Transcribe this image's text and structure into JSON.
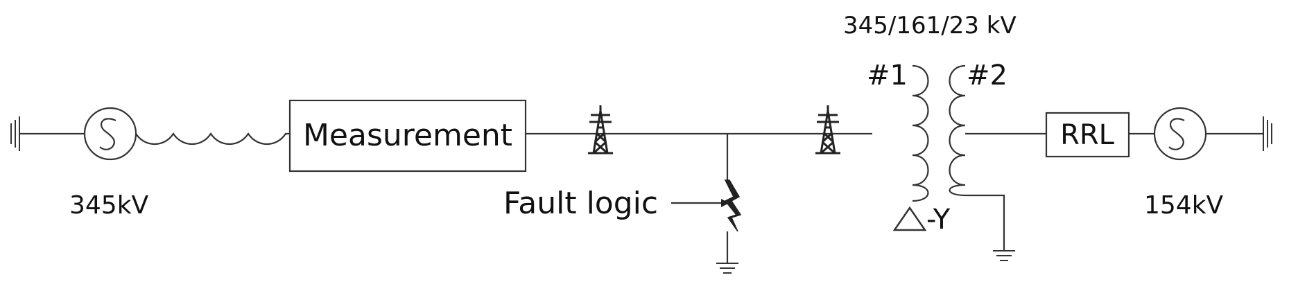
{
  "labels": {
    "source_left_voltage": "345kV",
    "source_right_voltage": "154kV",
    "transformer_rating": "345/161/23 kV",
    "winding_1": "#1",
    "winding_2": "#2",
    "connection": "-Y"
  },
  "blocks": {
    "measurement": "Measurement",
    "rrl": "RRL"
  },
  "fault": {
    "label": "Fault logic"
  }
}
